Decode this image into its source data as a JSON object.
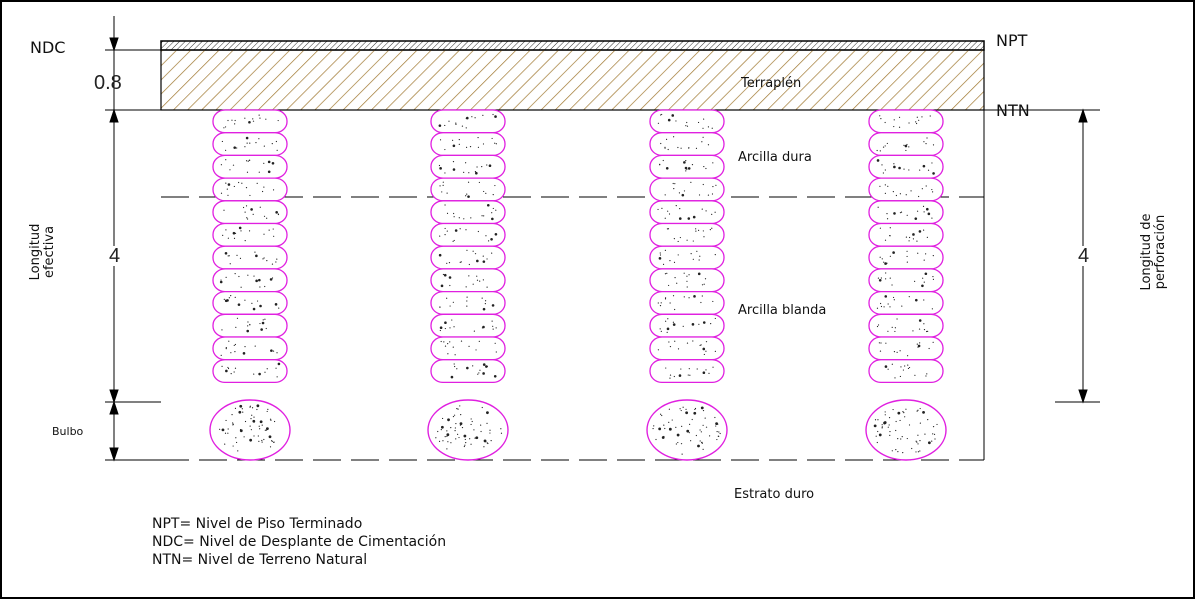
{
  "labels": {
    "ndc": "NDC",
    "npt": "NPT",
    "ntn": "NTN",
    "top_dim": "0.8",
    "terraplen": "Terraplén",
    "arcilla_dura": "Arcilla dura",
    "arcilla_blanda": "Arcilla blanda",
    "estrato_duro": "Estrato duro",
    "left_dim": "4",
    "right_dim": "4",
    "longitud_efectiva_1": "Longitud",
    "longitud_efectiva_2": "efectiva",
    "longitud_perforacion_1": "Longitud de",
    "longitud_perforacion_2": "perforación",
    "bulbo": "Bulbo"
  },
  "legend": [
    "NPT= Nivel de Piso Terminado",
    "NDC= Nivel de Desplante de Cimentación",
    "NTN= Nivel de Terreno Natural"
  ],
  "colors": {
    "column_outline": "#e020e0",
    "hatch": "#a07830",
    "line": "#000000"
  },
  "column_count": 4,
  "segments_per_column": 12
}
